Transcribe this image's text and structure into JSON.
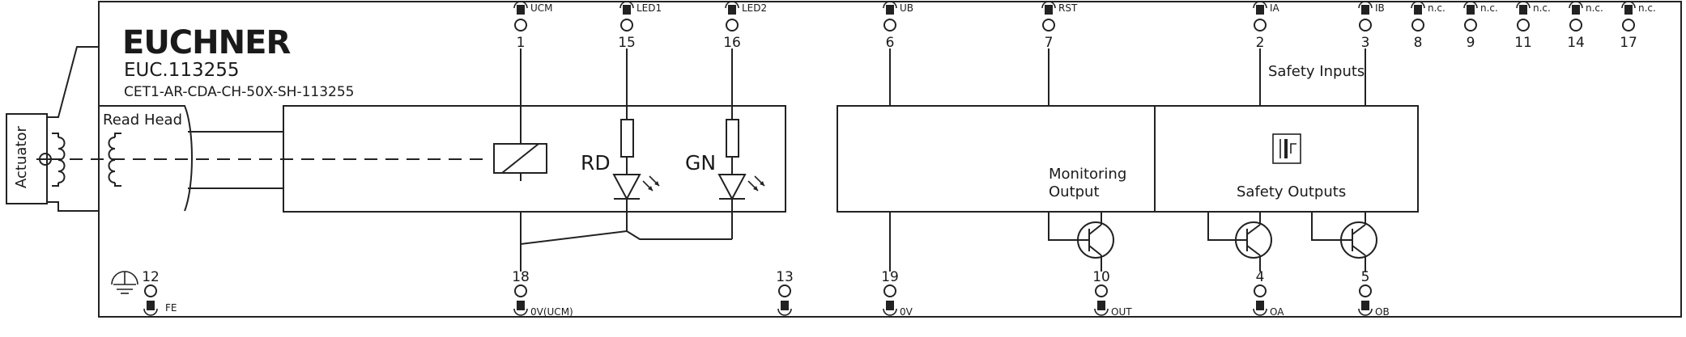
{
  "brand": "EUCHNER",
  "model": "EUC.113255",
  "part_number": "CET1-AR-CDA-CH-50X-SH-113255",
  "actuator_label": "Actuator",
  "read_head_label": "Read Head",
  "led_red_label": "RD",
  "led_green_label": "GN",
  "monitoring_output_line1": "Monitoring",
  "monitoring_output_line2": "Output",
  "safety_outputs_label": "Safety Outputs",
  "safety_inputs_label": "Safety Inputs",
  "top_pins": [
    {
      "num": "1",
      "signal": "UCM"
    },
    {
      "num": "15",
      "signal": "LED1"
    },
    {
      "num": "16",
      "signal": "LED2"
    },
    {
      "num": "6",
      "signal": "UB"
    },
    {
      "num": "7",
      "signal": "RST"
    },
    {
      "num": "2",
      "signal": "IA"
    },
    {
      "num": "3",
      "signal": "IB"
    },
    {
      "num": "8",
      "signal": "n.c."
    },
    {
      "num": "9",
      "signal": "n.c."
    },
    {
      "num": "11",
      "signal": "n.c."
    },
    {
      "num": "14",
      "signal": "n.c."
    },
    {
      "num": "17",
      "signal": "n.c."
    }
  ],
  "bottom_pins": [
    {
      "num": "12",
      "signal": "FE"
    },
    {
      "num": "18",
      "signal": "0V(UCM)"
    },
    {
      "num": "13",
      "signal": ""
    },
    {
      "num": "19",
      "signal": "0V"
    },
    {
      "num": "10",
      "signal": "OUT"
    },
    {
      "num": "4",
      "signal": "OA"
    },
    {
      "num": "5",
      "signal": "OB"
    }
  ],
  "icons": [
    "ground-icon",
    "relay-coil-icon",
    "led-icon",
    "resistor-icon",
    "transistor-icon",
    "switch-symbol-icon",
    "coil-icon",
    "connector-pin-icon"
  ]
}
